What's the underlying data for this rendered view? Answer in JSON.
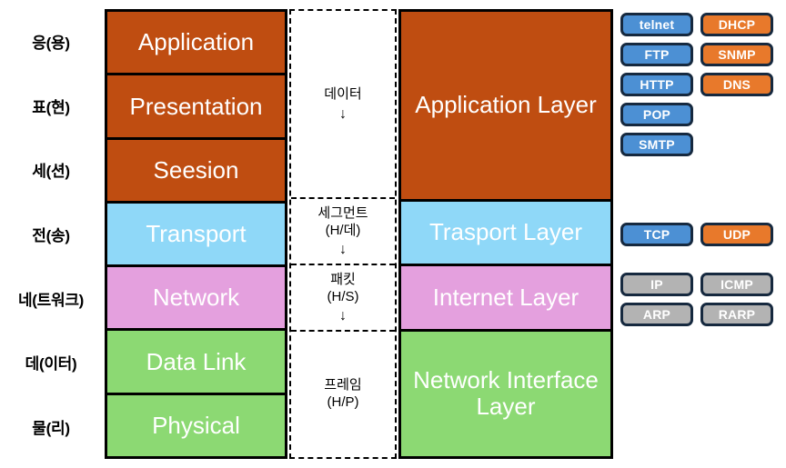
{
  "diagram": {
    "title": "OSI 7 Layer and TCP/IP Model Comparison",
    "colors": {
      "application": "#BF4D11",
      "transport": "#8FD8F8",
      "network": "#E4A0DE",
      "link": "#8CD973",
      "badge_blue": "#4C90D4",
      "badge_orange": "#E8792B",
      "badge_gray": "#B3B3B3",
      "badge_border": "#16293F",
      "outline": "#000000"
    }
  },
  "korean_labels": [
    {
      "text": "응(용)"
    },
    {
      "text": "표(현)"
    },
    {
      "text": "세(션)"
    },
    {
      "text": "전(송)"
    },
    {
      "text": "네(트워크)"
    },
    {
      "text": "데(이터)"
    },
    {
      "text": "물(리)"
    }
  ],
  "osi_layers": [
    {
      "name": "Application",
      "color": "#BF4D11"
    },
    {
      "name": "Presentation",
      "color": "#BF4D11"
    },
    {
      "name": "Seesion",
      "color": "#BF4D11"
    },
    {
      "name": "Transport",
      "color": "#8FD8F8"
    },
    {
      "name": "Network",
      "color": "#E4A0DE"
    },
    {
      "name": "Data Link",
      "color": "#8CD973"
    },
    {
      "name": "Physical",
      "color": "#8CD973"
    }
  ],
  "pdu_cells": [
    {
      "name": "데이터",
      "sub": "",
      "arrow": "↓"
    },
    {
      "name": "세그먼트",
      "sub": "(H/데)",
      "arrow": "↓"
    },
    {
      "name": "패킷",
      "sub": "(H/S)",
      "arrow": "↓"
    },
    {
      "name": "프레임",
      "sub": "(H/P)",
      "arrow": ""
    }
  ],
  "tcpip_layers": [
    {
      "name": "Application Layer",
      "color": "#BF4D11"
    },
    {
      "name": "Trasport Layer",
      "color": "#8FD8F8"
    },
    {
      "name": "Internet Layer",
      "color": "#E4A0DE"
    },
    {
      "name": "Network Interface Layer",
      "color": "#8CD973"
    }
  ],
  "protocol_groups": [
    {
      "group": "application-protocols",
      "badges": [
        {
          "label": "telnet",
          "style": "blue"
        },
        {
          "label": "DHCP",
          "style": "orange"
        },
        {
          "label": "FTP",
          "style": "blue"
        },
        {
          "label": "SNMP",
          "style": "orange"
        },
        {
          "label": "HTTP",
          "style": "blue"
        },
        {
          "label": "DNS",
          "style": "orange"
        },
        {
          "label": "POP",
          "style": "blue"
        },
        {
          "label": "",
          "style": "spacer"
        },
        {
          "label": "SMTP",
          "style": "blue"
        },
        {
          "label": "",
          "style": "spacer"
        }
      ]
    },
    {
      "group": "transport-protocols",
      "badges": [
        {
          "label": "TCP",
          "style": "blue"
        },
        {
          "label": "UDP",
          "style": "orange"
        }
      ]
    },
    {
      "group": "internet-protocols",
      "badges": [
        {
          "label": "IP",
          "style": "gray"
        },
        {
          "label": "ICMP",
          "style": "gray"
        },
        {
          "label": "ARP",
          "style": "gray"
        },
        {
          "label": "RARP",
          "style": "gray"
        }
      ]
    }
  ]
}
